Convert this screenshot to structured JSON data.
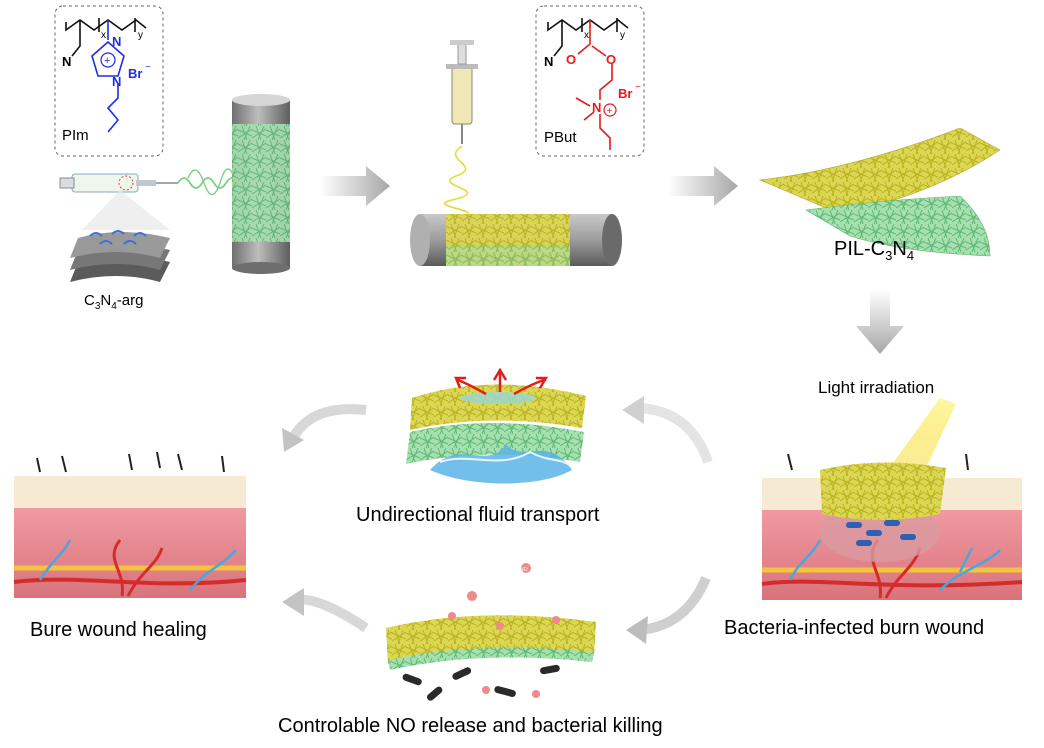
{
  "colors": {
    "fiber_yellow": "#d9d23a",
    "fiber_green": "#8fd49a",
    "cylinder_gray": "#9a9a9a",
    "arrow_gray": "#c8c8c8",
    "skin_pink": "#e9a3a6",
    "skin_top": "#f7ead2",
    "blood_red": "#d42b2b",
    "vessel_blue": "#4aa6dd",
    "fat_yellow": "#f2c43d",
    "chem_blue": "#1a2fe6",
    "chem_red": "#e61a1a",
    "fluid_blue": "#5ab4e8",
    "no_pink": "#f08a8a"
  },
  "polymer_pim": {
    "label": "PIm",
    "atom_n": "N",
    "atom_n1": "N",
    "atom_n2": "N",
    "charge": "+",
    "counterion": "Br",
    "counterion_charge": "−",
    "sub_x": "x",
    "sub_y": "y"
  },
  "polymer_pbut": {
    "label": "PBut",
    "atom_n": "N",
    "atom_o1": "O",
    "atom_o2": "O",
    "atom_nplus": "N",
    "charge": "+",
    "counterion": "Br",
    "counterion_charge": "−",
    "sub_x": "x",
    "sub_y": "y"
  },
  "labels": {
    "c3n4_arg_main": "C",
    "c3n4_arg_sub1": "3",
    "c3n4_arg_n": "N",
    "c3n4_arg_sub2": "4",
    "c3n4_arg_tail": "-arg",
    "pil_main": "PIL-C",
    "pil_sub1": "3",
    "pil_n": "N",
    "pil_sub2": "4",
    "light": "Light irradiation",
    "fluid": "Undirectional fluid transport",
    "bacteria_wound": "Bacteria-infected burn wound",
    "no_release": "Controlable NO release and bacterial killing",
    "healing": "Bure wound healing",
    "no_badge": "NO"
  }
}
